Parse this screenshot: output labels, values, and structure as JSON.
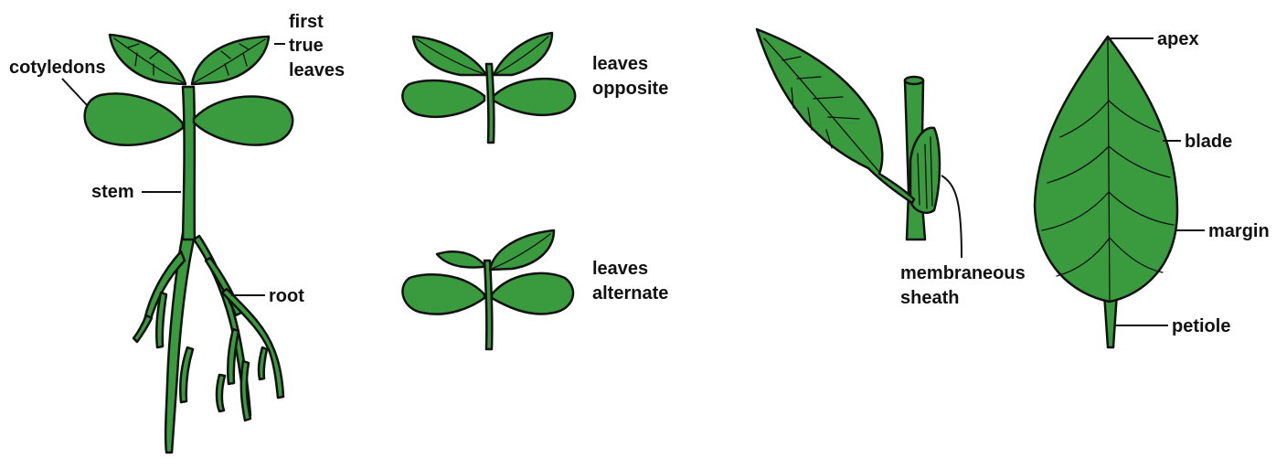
{
  "colors": {
    "leaf": "#3a9a3e",
    "outline": "#111111",
    "background": "#ffffff"
  },
  "seedling": {
    "first_true_leaves": [
      "first",
      "true",
      "leaves"
    ],
    "cotyledons": "cotyledons",
    "stem": "stem",
    "root": "root"
  },
  "arrangement": {
    "opposite": [
      "leaves",
      "opposite"
    ],
    "alternate": [
      "leaves",
      "alternate"
    ]
  },
  "sheath": {
    "label": [
      "membraneous",
      "sheath"
    ]
  },
  "leaf_parts": {
    "apex": "apex",
    "blade": "blade",
    "margin": "margin",
    "petiole": "petiole"
  }
}
